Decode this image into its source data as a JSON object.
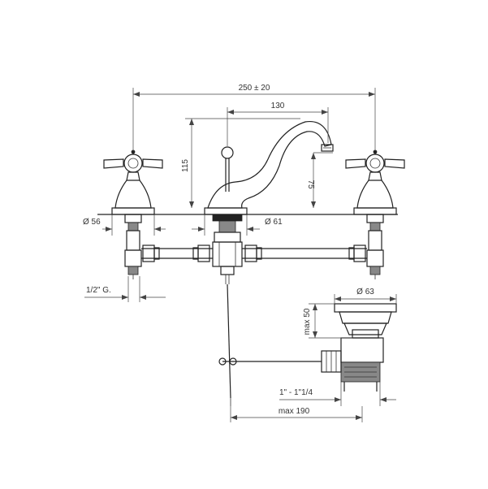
{
  "dimensions": {
    "overall_width": "250 ± 20",
    "spout_reach": "130",
    "height_to_spout": "115",
    "spout_clearance": "75",
    "handle_base_diameter": "Ø 56",
    "spout_base_diameter": "Ø 61",
    "connection_thread": "1/2\" G.",
    "drain_diameter": "Ø 63",
    "drain_max_height": "max 50",
    "drain_thread": "1\" - 1\"1/4",
    "rod_max_length": "max 190"
  }
}
